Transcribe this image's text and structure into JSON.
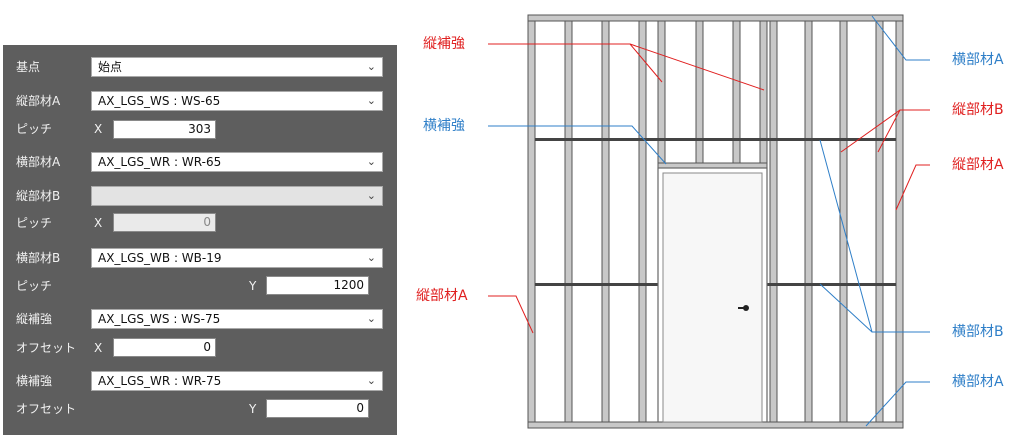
{
  "panel": {
    "rows": [
      {
        "label": "基点",
        "value": "始点"
      },
      {
        "label": "縦部材A",
        "value": "AX_LGS_WS : WS-65"
      },
      {
        "label": "ピッチ",
        "axis": "X",
        "value": "303"
      },
      {
        "label": "横部材A",
        "value": "AX_LGS_WR : WR-65"
      },
      {
        "label": "縦部材B",
        "value": ""
      },
      {
        "label": "ピッチ",
        "axis": "X",
        "value": "0"
      },
      {
        "label": "横部材B",
        "value": "AX_LGS_WB : WB-19"
      },
      {
        "label": "ピッチ",
        "axis": "Y",
        "value": "1200"
      },
      {
        "label": "縦補強",
        "value": "AX_LGS_WS : WS-75"
      },
      {
        "label": "オフセット",
        "axis": "X",
        "value": "0"
      },
      {
        "label": "横補強",
        "value": "AX_LGS_WR : WR-75"
      },
      {
        "label": "オフセット",
        "axis": "Y",
        "value": "0"
      }
    ]
  },
  "annotations": {
    "tate_hokyo": "縦補強",
    "yoko_hokyo": "横補強",
    "tate_a_left": "縦部材A",
    "yoko_a_top": "横部材A",
    "tate_b": "縦部材B",
    "tate_a_right": "縦部材A",
    "yoko_b": "横部材B",
    "yoko_a_bottom": "横部材A"
  },
  "colors": {
    "red": "#e02020",
    "blue": "#2f7fc8",
    "frame": "#7f7f7f",
    "panel": "#5e5e5e"
  }
}
